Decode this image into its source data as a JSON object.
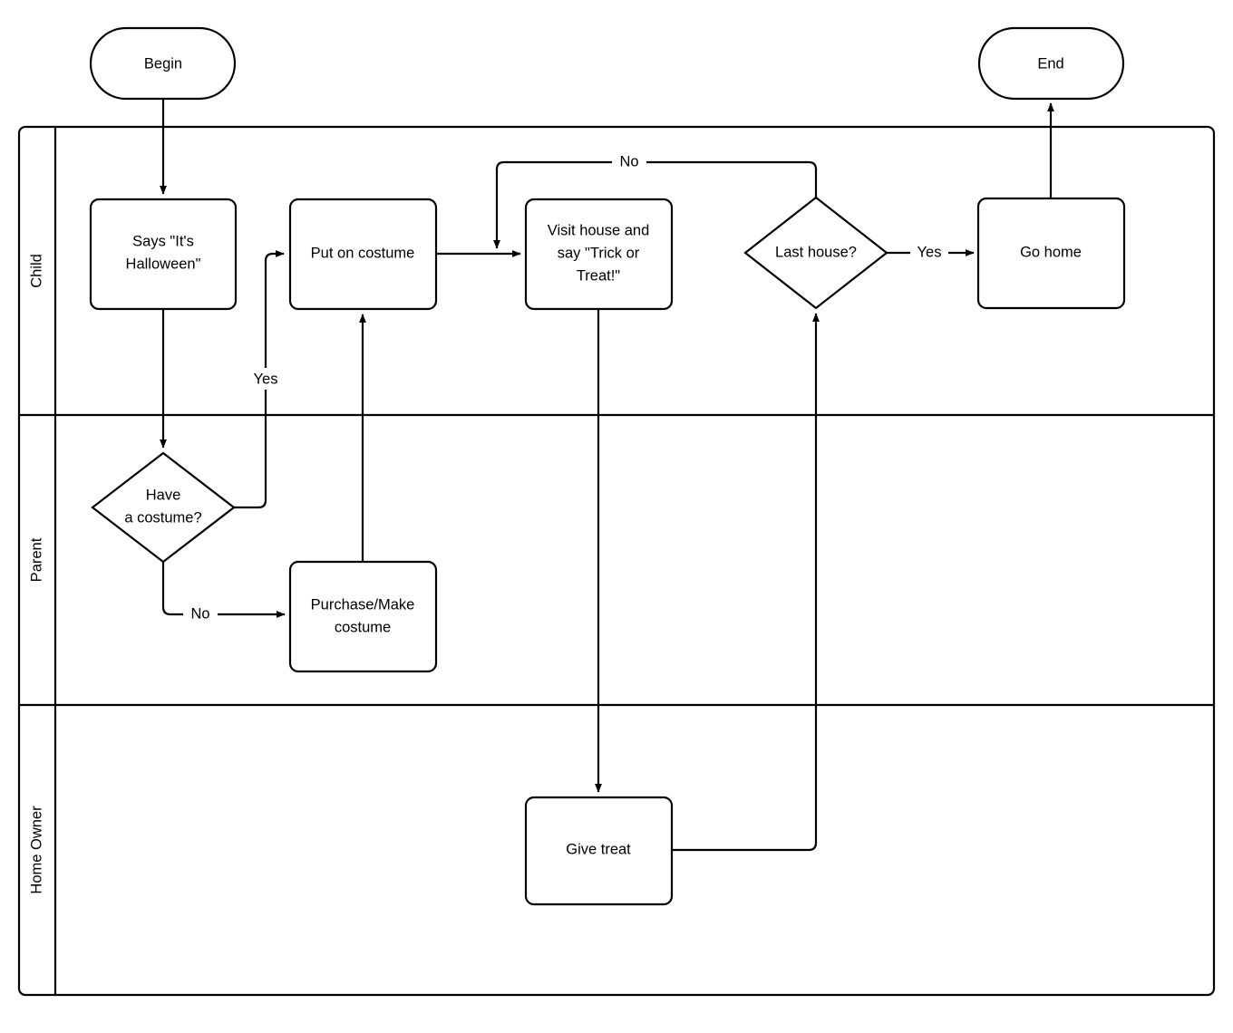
{
  "diagram": {
    "type": "swimlane-flowchart",
    "title": "",
    "lanes": [
      {
        "id": "child",
        "label": "Child"
      },
      {
        "id": "parent",
        "label": "Parent"
      },
      {
        "id": "home-owner",
        "label": "Home Owner"
      }
    ],
    "nodes": [
      {
        "id": "begin",
        "shape": "terminator",
        "lane": "child",
        "label": "Begin"
      },
      {
        "id": "says-halloween",
        "shape": "process",
        "lane": "child",
        "label_lines": [
          "Says \"It's",
          "Halloween\""
        ]
      },
      {
        "id": "put-on-costume",
        "shape": "process",
        "lane": "child",
        "label_lines": [
          "Put on costume"
        ]
      },
      {
        "id": "visit-house",
        "shape": "process",
        "lane": "child",
        "label_lines": [
          "Visit house and",
          "say \"Trick or",
          "Treat!\""
        ]
      },
      {
        "id": "last-house",
        "shape": "decision",
        "lane": "child",
        "label_lines": [
          "Last house?"
        ]
      },
      {
        "id": "go-home",
        "shape": "process",
        "lane": "child",
        "label_lines": [
          "Go home"
        ]
      },
      {
        "id": "end",
        "shape": "terminator",
        "lane": "child",
        "label": "End"
      },
      {
        "id": "have-a-costume",
        "shape": "decision",
        "lane": "parent",
        "label_lines": [
          "Have",
          "a costume?"
        ]
      },
      {
        "id": "purchase-costume",
        "shape": "process",
        "lane": "parent",
        "label_lines": [
          "Purchase/Make",
          "costume"
        ]
      },
      {
        "id": "give-treat",
        "shape": "process",
        "lane": "home-owner",
        "label_lines": [
          "Give treat"
        ]
      }
    ],
    "edges": [
      {
        "id": "e-begin-says",
        "from": "begin",
        "to": "says-halloween",
        "label": ""
      },
      {
        "id": "e-says-have",
        "from": "says-halloween",
        "to": "have-a-costume",
        "label": ""
      },
      {
        "id": "e-have-yes-put",
        "from": "have-a-costume",
        "to": "put-on-costume",
        "label": "Yes"
      },
      {
        "id": "e-have-no-purchase",
        "from": "have-a-costume",
        "to": "purchase-costume",
        "label": "No"
      },
      {
        "id": "e-purchase-put",
        "from": "purchase-costume",
        "to": "put-on-costume",
        "label": ""
      },
      {
        "id": "e-put-visit",
        "from": "put-on-costume",
        "to": "visit-house",
        "label": ""
      },
      {
        "id": "e-visit-give",
        "from": "visit-house",
        "to": "give-treat",
        "label": ""
      },
      {
        "id": "e-give-last",
        "from": "give-treat",
        "to": "last-house",
        "label": ""
      },
      {
        "id": "e-last-no-visit",
        "from": "last-house",
        "to": "visit-house",
        "label": "No"
      },
      {
        "id": "e-last-yes-gohome",
        "from": "last-house",
        "to": "go-home",
        "label": "Yes"
      },
      {
        "id": "e-gohome-end",
        "from": "go-home",
        "to": "end",
        "label": ""
      }
    ],
    "colors": {
      "stroke": "#000000",
      "fill": "#ffffff",
      "text": "#000000",
      "background": "#ffffff"
    }
  }
}
